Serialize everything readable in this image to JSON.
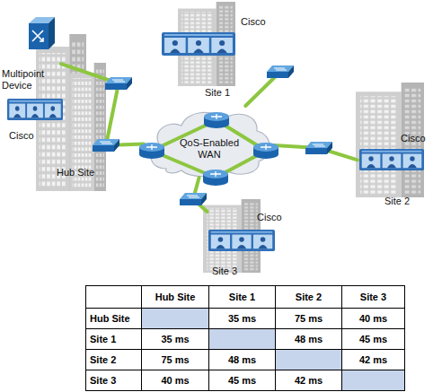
{
  "diagram": {
    "nodes": [
      {
        "text": [
          "Multipoint Device"
        ]
      },
      {
        "text": [
          "Cisco",
          "Hub Site"
        ]
      },
      {
        "text": [
          "Cisco",
          "Site 1"
        ]
      },
      {
        "text": [
          "Cisco",
          "Site 2"
        ]
      },
      {
        "text": [
          "Cisco",
          "Site 3"
        ]
      },
      {
        "text": [
          "QoS-Enabled WAN"
        ]
      }
    ],
    "edges": [
      {
        "from": 0,
        "to": 1,
        "arrow": "none"
      },
      {
        "from": 1,
        "to": 5,
        "arrow": "none"
      },
      {
        "from": 2,
        "to": 5,
        "arrow": "none"
      },
      {
        "from": 3,
        "to": 5,
        "arrow": "none"
      },
      {
        "from": 4,
        "to": 5,
        "arrow": "none"
      }
    ],
    "labels": [
      "Hub Site",
      "Site 1",
      "Site 2",
      "Site 3",
      "Hub Site",
      "35 ms",
      "75 ms",
      "40 ms",
      "Site 1",
      "35 ms",
      "48 ms",
      "45 ms",
      "Site 2",
      "75 ms",
      "48 ms",
      "42 ms",
      "Site 3",
      "40 ms",
      "45 ms",
      "42 ms"
    ]
  }
}
